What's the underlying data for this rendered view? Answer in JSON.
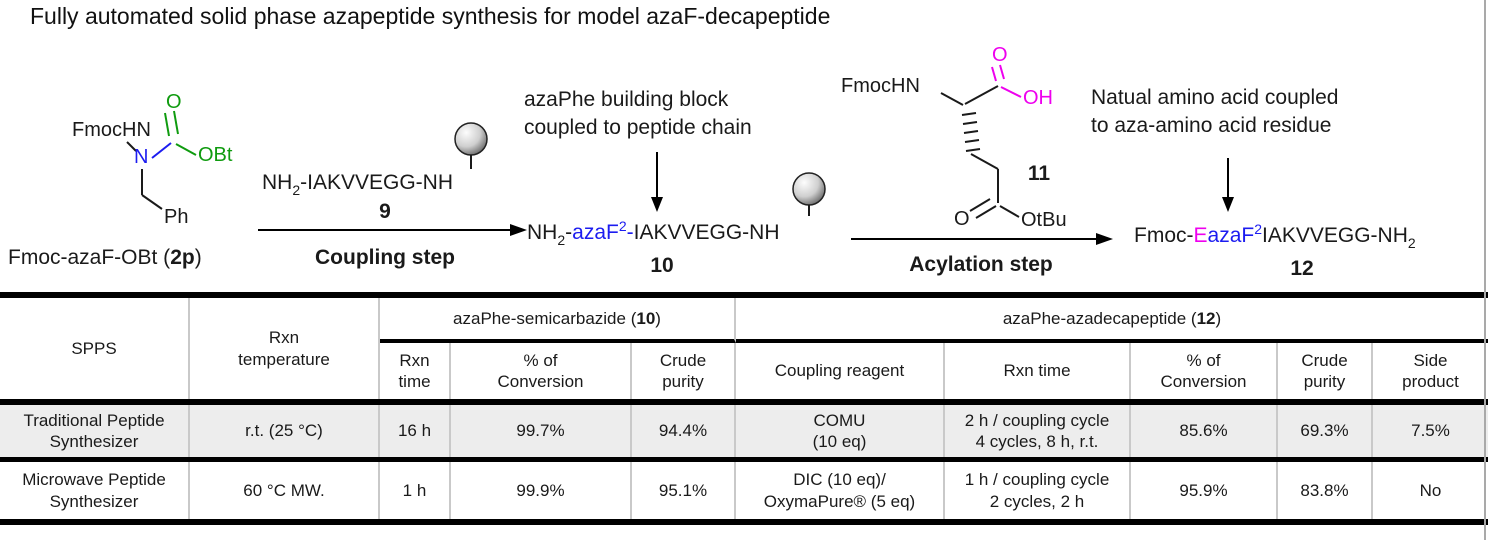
{
  "title": "Fully automated solid phase azapeptide synthesis for model azaF-decapeptide",
  "colors": {
    "nitrogen_blue": "#1c1cf0",
    "oxygen_green": "#0f9b0f",
    "highlight_magenta": "#ee00ee",
    "row_shade": "#ededed",
    "border_black": "#000000"
  },
  "scheme": {
    "reactant2p": {
      "fmochn": "FmocHN",
      "n": "N",
      "o": "O",
      "obt": "OBt",
      "ph": "Ph",
      "label_pre": "Fmoc-azaF-OBt (",
      "label_num": "2p",
      "label_post": ")"
    },
    "coupling": {
      "seq": {
        "nh": "NH",
        "sub": "2",
        "rest": "-IAKVVEGG-NH"
      },
      "compound": "9",
      "step": "Coupling step"
    },
    "product10": {
      "ann_line1": "azaPhe building block",
      "ann_line2": "coupled to peptide chain",
      "seq": {
        "nh": "NH",
        "sub": "2",
        "dash1": "-",
        "aza": "azaF",
        "sup": "2",
        "dash2": "-",
        "rest": "IAKVVEGG-NH"
      },
      "compound": "10"
    },
    "reagent11": {
      "fmochn": "FmocHN",
      "o_acid": "O",
      "oh": "OH",
      "o_ester": "O",
      "otbu": "OtBu",
      "compound": "11",
      "step": "Acylation step"
    },
    "product12": {
      "ann_line1": "Natual amino acid coupled",
      "ann_line2": "to aza-amino acid residue",
      "seq": {
        "fmoc": "Fmoc-",
        "e": "E",
        "aza": "azaF",
        "sup": "2",
        "rest": "IAKVVEGG-NH",
        "sub": "2"
      },
      "compound": "12"
    }
  },
  "table": {
    "headers": {
      "spps": "SPPS",
      "rxn_temperature": "Rxn\ntemperature",
      "group10": {
        "pre": "azaPhe-semicarbazide (",
        "num": "10",
        "post": ")"
      },
      "group12": {
        "pre": "azaPhe-azadecapeptide (",
        "num": "12",
        "post": ")"
      },
      "sub": {
        "rxn_time": "Rxn\ntime",
        "conversion": "% of\nConversion",
        "crude": "Crude\npurity",
        "coupling_reagent": "Coupling reagent",
        "rxn_time2": "Rxn time",
        "conversion2": "% of\nConversion",
        "crude2": "Crude\npurity",
        "side": "Side\nproduct"
      }
    },
    "rows": [
      {
        "spps": "Traditional Peptide\nSynthesizer",
        "temp": "r.t. (25 °C)",
        "time": "16 h",
        "conv": "99.7%",
        "purity": "94.4%",
        "reagent": "COMU\n(10 eq)",
        "time2": "2 h / coupling cycle\n4 cycles, 8 h, r.t.",
        "conv2": "85.6%",
        "purity2": "69.3%",
        "side": "7.5%"
      },
      {
        "spps": "Microwave Peptide\nSynthesizer",
        "temp": "60 °C MW.",
        "time": "1 h",
        "conv": "99.9%",
        "purity": "95.1%",
        "reagent": "DIC (10 eq)/\nOxymaPure® (5 eq)",
        "time2": "1 h / coupling cycle\n2 cycles, 2 h",
        "conv2": "95.9%",
        "purity2": "83.8%",
        "side": "No"
      }
    ]
  }
}
